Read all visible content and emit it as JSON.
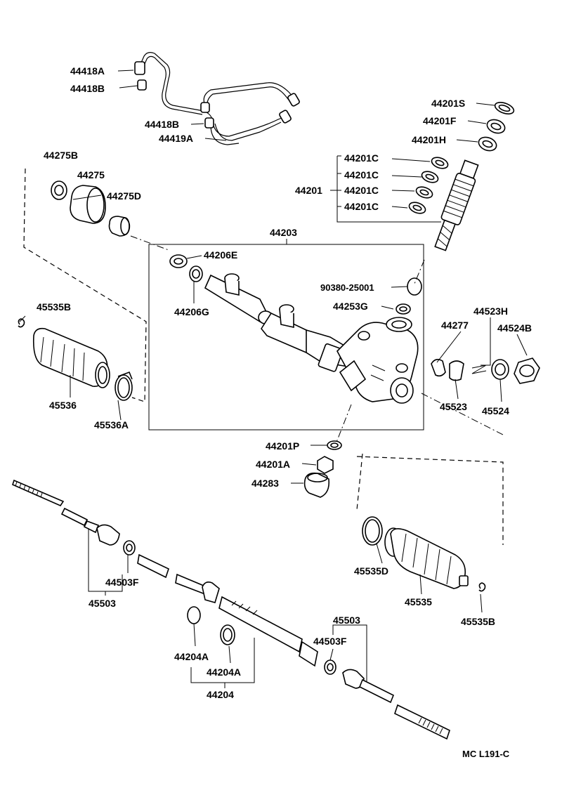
{
  "diagram": {
    "code": "MC L191-C",
    "labels": {
      "l44418A": "44418A",
      "l44418B_top": "44418B",
      "l44418B_mid": "44418B",
      "l44419A": "44419A",
      "l44201S": "44201S",
      "l44201F": "44201F",
      "l44201H": "44201H",
      "l44201C_1": "44201C",
      "l44201C_2": "44201C",
      "l44201C_3": "44201C",
      "l44201C_4": "44201C",
      "l44201": "44201",
      "l44275B": "44275B",
      "l44275": "44275",
      "l44275D": "44275D",
      "l44203": "44203",
      "l44206E": "44206E",
      "l44206G": "44206G",
      "l90380": "90380-25001",
      "l44253G": "44253G",
      "l45535B_left": "45535B",
      "l45536": "45536",
      "l45536A": "45536A",
      "l44277": "44277",
      "l44523H": "44523H",
      "l44524B": "44524B",
      "l45523": "45523",
      "l45524": "45524",
      "l44201P": "44201P",
      "l44201A": "44201A",
      "l44283": "44283",
      "l44503F_left": "44503F",
      "l45503_left": "45503",
      "l45535D": "45535D",
      "l45535": "45535",
      "l45535B_right": "45535B",
      "l45503_right": "45503",
      "l44503F_right": "44503F",
      "l44204A_1": "44204A",
      "l44204A_2": "44204A",
      "l44204": "44204"
    }
  }
}
